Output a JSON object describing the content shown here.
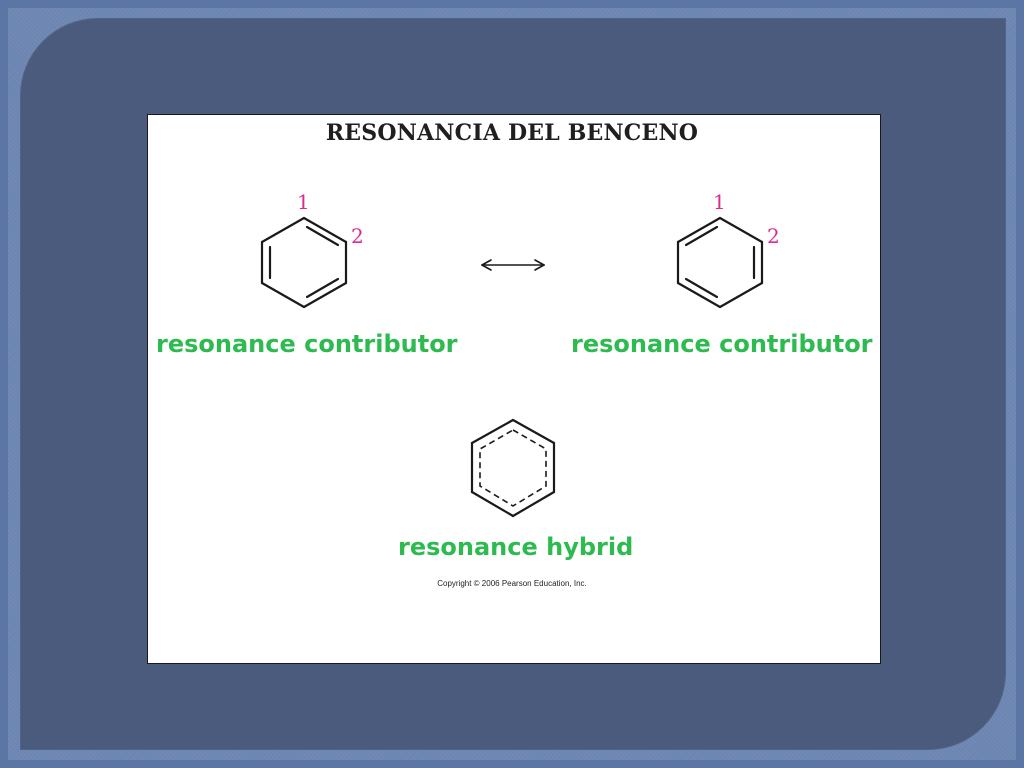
{
  "title": "RESONANCIA DEL BENCENO",
  "left_structure": {
    "label": "resonance contributor",
    "position_labels": [
      "1",
      "2"
    ]
  },
  "right_structure": {
    "label": "resonance contributor",
    "position_labels": [
      "1",
      "2"
    ]
  },
  "hybrid_structure": {
    "label": "resonance hybrid"
  },
  "arrow": "double-headed resonance arrow",
  "copyright": "Copyright © 2006 Pearson Education, Inc.",
  "colors": {
    "slide_border": "#6c85b1",
    "slide_panel": "#4a5b7d",
    "label_green": "#2dbb4f",
    "number_magenta": "#e0288f"
  }
}
